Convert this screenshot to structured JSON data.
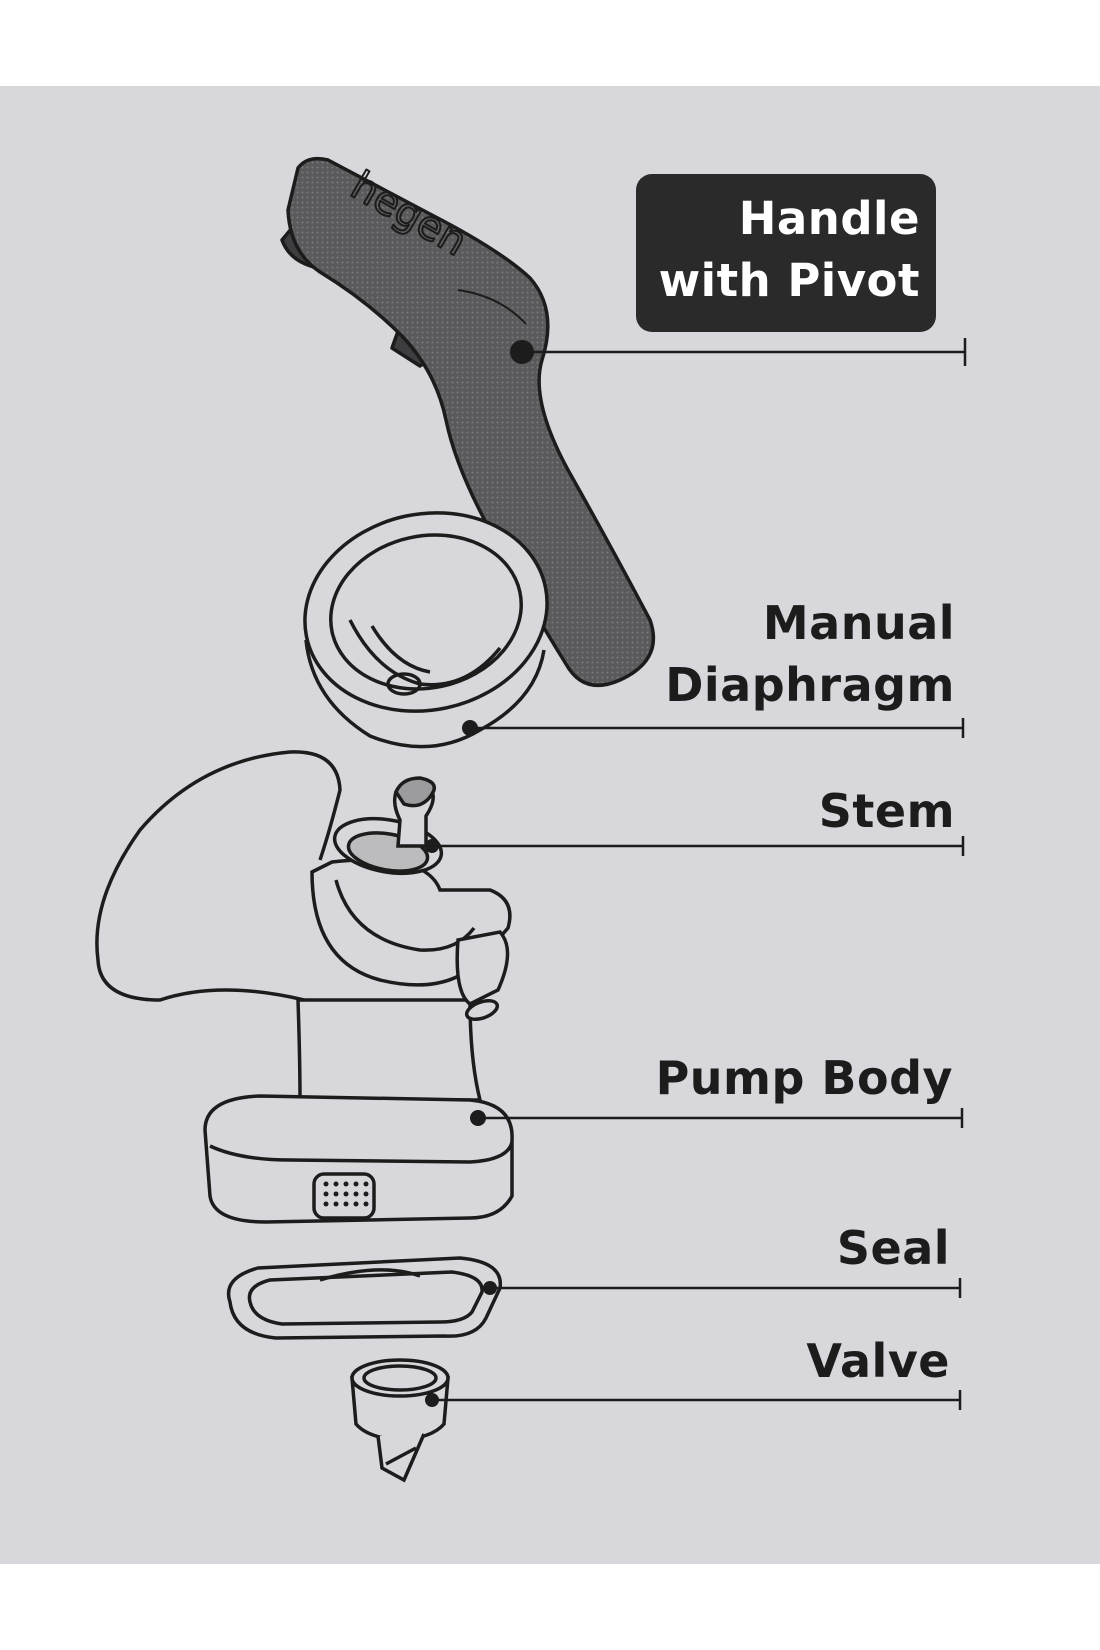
{
  "brand_logo": "hegen",
  "parts": [
    {
      "id": "handle",
      "lines": [
        "Handle",
        "with Pivot"
      ],
      "highlighted": true
    },
    {
      "id": "diaphragm",
      "lines": [
        "Manual",
        "Diaphragm"
      ]
    },
    {
      "id": "stem",
      "lines": [
        "Stem"
      ]
    },
    {
      "id": "pump-body",
      "lines": [
        "Pump Body"
      ]
    },
    {
      "id": "seal",
      "lines": [
        "Seal"
      ]
    },
    {
      "id": "valve",
      "lines": [
        "Valve"
      ]
    }
  ],
  "colors": {
    "panel": "#d8d8dc",
    "ink": "#1c1c1c",
    "handle_fill": "#4a4a4c",
    "label_box": "#2a2a2a",
    "label_box_text": "#ffffff"
  }
}
